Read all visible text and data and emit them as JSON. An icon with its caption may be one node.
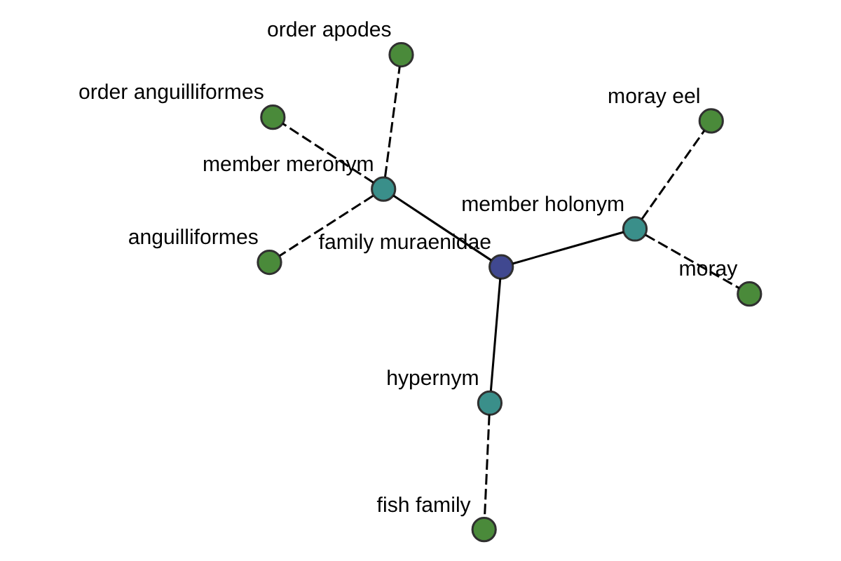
{
  "diagram": {
    "nodes": [
      {
        "text": [
          "family muraenidae"
        ]
      },
      {
        "text": [
          "member holonym"
        ]
      },
      {
        "text": [
          "moray"
        ]
      },
      {
        "text": [
          "moray eel"
        ]
      },
      {
        "text": [
          "member meronym"
        ]
      },
      {
        "text": [
          "order anguilliformes"
        ]
      },
      {
        "text": [
          "anguilliformes"
        ]
      },
      {
        "text": [
          "order apodes"
        ]
      },
      {
        "text": [
          "hypernym"
        ]
      },
      {
        "text": [
          "fish family"
        ]
      }
    ],
    "edges": [
      {
        "from": 0,
        "to": 1,
        "arrow": "none"
      },
      {
        "from": 1,
        "to": 2,
        "arrow": "none",
        "style": "dashed"
      },
      {
        "from": 1,
        "to": 3,
        "arrow": "none",
        "style": "dashed"
      },
      {
        "from": 0,
        "to": 4,
        "arrow": "none"
      },
      {
        "from": 4,
        "to": 5,
        "arrow": "none",
        "style": "dashed"
      },
      {
        "from": 4,
        "to": 6,
        "arrow": "none",
        "style": "dashed"
      },
      {
        "from": 4,
        "to": 7,
        "arrow": "none",
        "style": "dashed"
      },
      {
        "from": 0,
        "to": 8,
        "arrow": "none"
      },
      {
        "from": 8,
        "to": 9,
        "arrow": "none",
        "style": "dashed"
      }
    ]
  }
}
